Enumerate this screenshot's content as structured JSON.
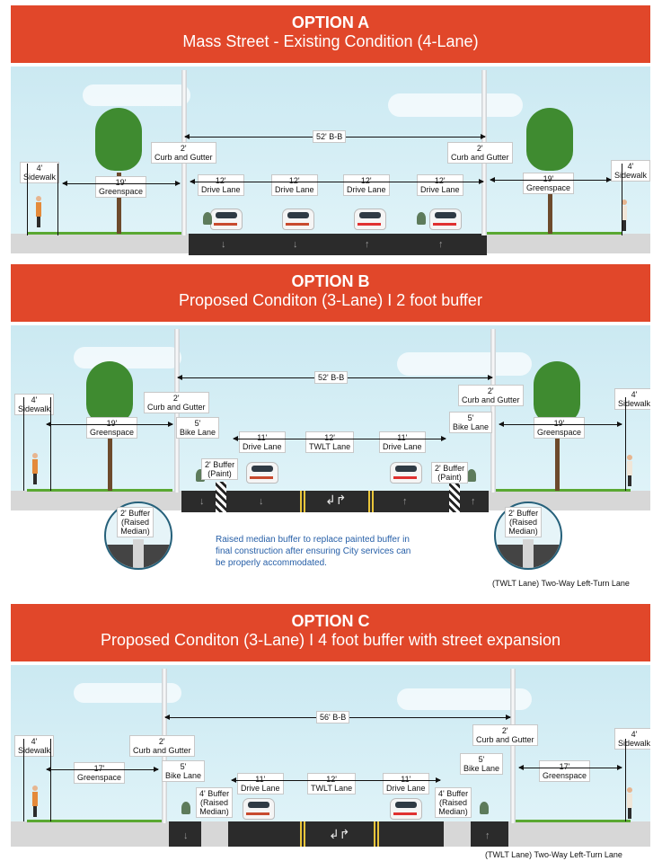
{
  "optionA": {
    "title": "OPTION A",
    "subtitle": "Mass Street - Existing Condition (4-Lane)",
    "bb": "52' B-B",
    "curb_left": [
      "2'",
      "Curb and Gutter"
    ],
    "curb_right": [
      "2'",
      "Curb and Gutter"
    ],
    "sidewalk_left": [
      "4'",
      "Sidewalk"
    ],
    "sidewalk_right": [
      "4'",
      "Sidewalk"
    ],
    "green_left": [
      "19'",
      "Greenspace"
    ],
    "green_right": [
      "19'",
      "Greenspace"
    ],
    "lanes": [
      [
        "12'",
        "Drive Lane"
      ],
      [
        "12'",
        "Drive Lane"
      ],
      [
        "12'",
        "Drive Lane"
      ],
      [
        "12'",
        "Drive Lane"
      ]
    ]
  },
  "optionB": {
    "title": "OPTION B",
    "subtitle": "Proposed Conditon (3-Lane) I 2 foot buffer",
    "bb": "52' B-B",
    "curb_left": [
      "2'",
      "Curb and Gutter"
    ],
    "curb_right": [
      "2'",
      "Curb and Gutter"
    ],
    "sidewalk_left": [
      "4'",
      "Sidewalk"
    ],
    "sidewalk_right": [
      "4'",
      "Sidewalk"
    ],
    "green_left": [
      "19'",
      "Greenspace"
    ],
    "green_right": [
      "19'",
      "Greenspace"
    ],
    "bike_left": [
      "5'",
      "Bike Lane"
    ],
    "bike_right": [
      "5'",
      "Bike Lane"
    ],
    "drive_left": [
      "11'",
      "Drive Lane"
    ],
    "twlt": [
      "12'",
      "TWLT Lane"
    ],
    "drive_right": [
      "11'",
      "Drive Lane"
    ],
    "buffer_paint": [
      "2' Buffer",
      "(Paint)"
    ],
    "buffer_raised": [
      "2' Buffer",
      "(Raised",
      "Median)"
    ],
    "note": [
      "Raised median buffer to replace painted buffer in",
      "final construction after ensuring City services can",
      "be properly accommodated."
    ],
    "footnote": "(TWLT Lane) Two-Way Left-Turn Lane"
  },
  "optionC": {
    "title": "OPTION C",
    "subtitle": "Proposed Conditon (3-Lane) I 4 foot buffer with street expansion",
    "bb": "56' B-B",
    "curb_left": [
      "2'",
      "Curb and Gutter"
    ],
    "curb_right": [
      "2'",
      "Curb and Gutter"
    ],
    "sidewalk_left": [
      "4'",
      "Sidewalk"
    ],
    "sidewalk_right": [
      "4'",
      "Sidewalk"
    ],
    "green_left": [
      "17'",
      "Greenspace"
    ],
    "green_right": [
      "17'",
      "Greenspace"
    ],
    "bike_left": [
      "5'",
      "Bike Lane"
    ],
    "bike_right": [
      "5'",
      "Bike Lane"
    ],
    "buffer_left": [
      "4' Buffer",
      "(Raised",
      "Median)"
    ],
    "buffer_right": [
      "4' Buffer",
      "(Raised",
      "Median)"
    ],
    "drive_left": [
      "11'",
      "Drive Lane"
    ],
    "twlt": [
      "12'",
      "TWLT Lane"
    ],
    "drive_right": [
      "11'",
      "Drive Lane"
    ],
    "footnote": "(TWLT Lane) Two-Way Left-Turn Lane"
  },
  "colors": {
    "header": "#e1472a",
    "grass": "#5aa832",
    "road": "#2b2b2b",
    "note": "#2860a8"
  }
}
